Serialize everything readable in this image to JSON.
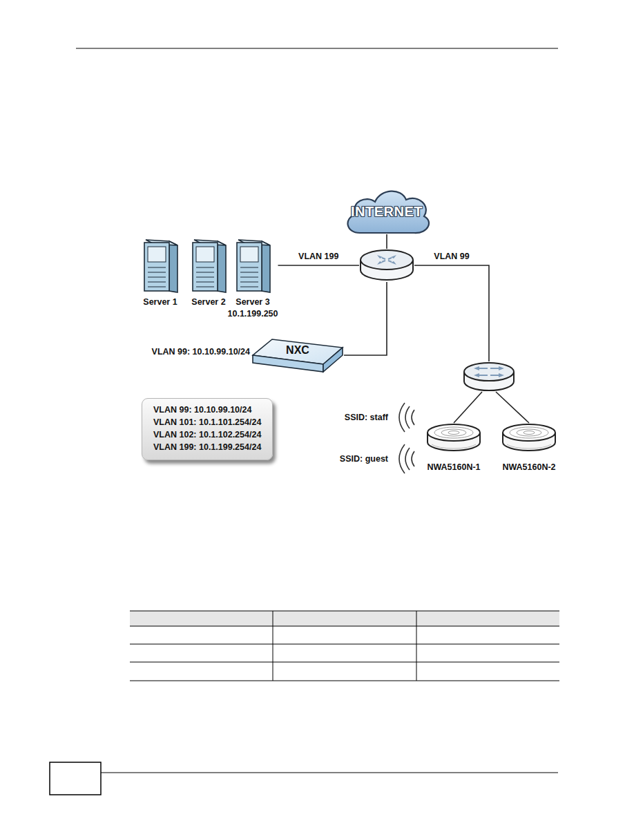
{
  "diagram": {
    "nodes": [
      {
        "text": [
          "INTERNET"
        ]
      },
      {
        "text": [
          "Server 1"
        ]
      },
      {
        "text": [
          "Server 2"
        ]
      },
      {
        "text": [
          "Server 3",
          "10.1.199.250"
        ]
      },
      {
        "text": []
      },
      {
        "text": [
          "NXC"
        ]
      },
      {
        "text": []
      },
      {
        "text": [
          "VLAN 99: 10.10.99.10/24",
          "VLAN 101: 10.1.101.254/24",
          "VLAN 102: 10.1.102.254/24",
          "VLAN 199: 10.1.199.254/24"
        ]
      },
      {
        "text": [
          "NWA5160N-1"
        ]
      },
      {
        "text": [
          "NWA5160N-2"
        ]
      }
    ],
    "edges": [
      {
        "from": 0,
        "to": 4,
        "arrow": "none"
      },
      {
        "from": 3,
        "to": 4,
        "label": "VLAN 199",
        "arrow": "none"
      },
      {
        "from": 4,
        "to": 6,
        "label": "VLAN 99",
        "arrow": "none"
      },
      {
        "from": 4,
        "to": 5,
        "arrow": "none"
      },
      {
        "from": 6,
        "to": 8,
        "arrow": "none"
      },
      {
        "from": 6,
        "to": 9,
        "arrow": "none"
      }
    ],
    "labels": [
      "VLAN 99: 10.10.99.10/24",
      "SSID: staff",
      "SSID: guest"
    ]
  }
}
